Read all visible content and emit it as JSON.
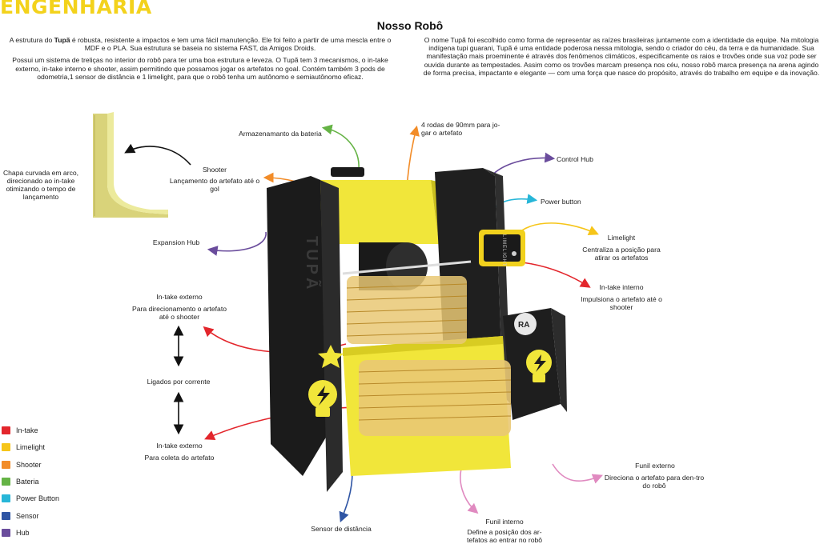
{
  "header": {
    "brand": "ENGENHARIA",
    "title": "Nosso Robô"
  },
  "intro_left": {
    "p1_pre": "A estrutura do ",
    "p1_bold": "Tupã",
    "p1_post": " é robusta, resistente a impactos e tem uma fácil manutenção. Ele foi feito a partir de uma mescla entre o MDF e o PLA.  Sua estrutura se baseia no sistema FAST, da Amigos Droids.",
    "p2": "Possui um sistema de treliças no interior do robô para ter uma boa estrutura e leveza. O Tupã tem 3 mecanismos, o in-take externo, in-take interno e shooter, assim permitindo que possamos jogar os artefatos no goal. Contém também 3 pods de odometria,1 sensor de distância e 1 limelight, para que o robô tenha um autônomo e semiautônomo eficaz."
  },
  "intro_right": {
    "p1": "O nome Tupã foi escolhido como forma de representar as raízes brasileiras juntamente com a identidade da equipe. Na mitologia indígena tupi guarani, Tupã é uma entidade poderosa nessa mitologia, sendo o criador do céu, da terra e da humanidade. Sua manifestação mais proeminente é através dos fenômenos climáticos, especificamente os raios e trovões onde sua voz pode ser ouvida durante as tempestades. Assim como os trovões marcam presença nos céu, nosso robô marca presença na arena agindo de forma precisa, impactante e elegante — com uma força que nasce do propósito, através do trabalho em equipe e da inovação."
  },
  "labels": {
    "chapa": "Chapa curvada em arco, direcionado ao in-take otimizando o tempo de lançamento",
    "shooter_title": "Shooter",
    "shooter_desc": "Lançamento do artefato até o gol",
    "bateria": "Armazenamanto da bateria",
    "rodas": "4 rodas de 90mm para jo-gar o artefato",
    "control_hub": "Control Hub",
    "power_button": "Power button",
    "expansion_hub": "Expansion Hub",
    "limelight_title": "Limelight",
    "limelight_desc": "Centraliza a posição para atirar os artefatos",
    "intake_interno_title": "In-take interno",
    "intake_interno_desc": "Impulsiona o artefato até o shooter",
    "intake_ext_top_title": "In-take externo",
    "intake_ext_top_desc": "Para direcionamento o artefato até o shooter",
    "corrente": "Ligados por corrente",
    "intake_ext_bot_title": "In-take externo",
    "intake_ext_bot_desc": "Para coleta do artefato",
    "funil_externo_title": "Funil externo",
    "funil_externo_desc": "Direciona o artefato para den-tro do robô",
    "funil_interno_title": "Funil interno",
    "funil_interno_desc": "Define a posição dos  ar-tefatos ao entrar no robô",
    "sensor": "Sensor de distância"
  },
  "robot": {
    "side_text": "TUPÃ",
    "limelight_text": "LIMELIGHT",
    "badge": "RA"
  },
  "legend": [
    {
      "label": "In-take",
      "color": "#e3262c"
    },
    {
      "label": "Limelight",
      "color": "#f6c519"
    },
    {
      "label": "Shooter",
      "color": "#f28c28"
    },
    {
      "label": "Bateria",
      "color": "#65b345"
    },
    {
      "label": "Power Button",
      "color": "#27b6d8"
    },
    {
      "label": "Sensor",
      "color": "#2f55a4"
    },
    {
      "label": "Hub",
      "color": "#6a4c9c"
    }
  ],
  "colors": {
    "intake": "#e3262c",
    "limelight": "#f6c519",
    "shooter": "#f28c28",
    "bateria": "#65b345",
    "power": "#27b6d8",
    "sensor": "#2f55a4",
    "hub": "#6a4c9c",
    "funil": "#e08ac0",
    "brand_yellow": "#f3d21c"
  }
}
